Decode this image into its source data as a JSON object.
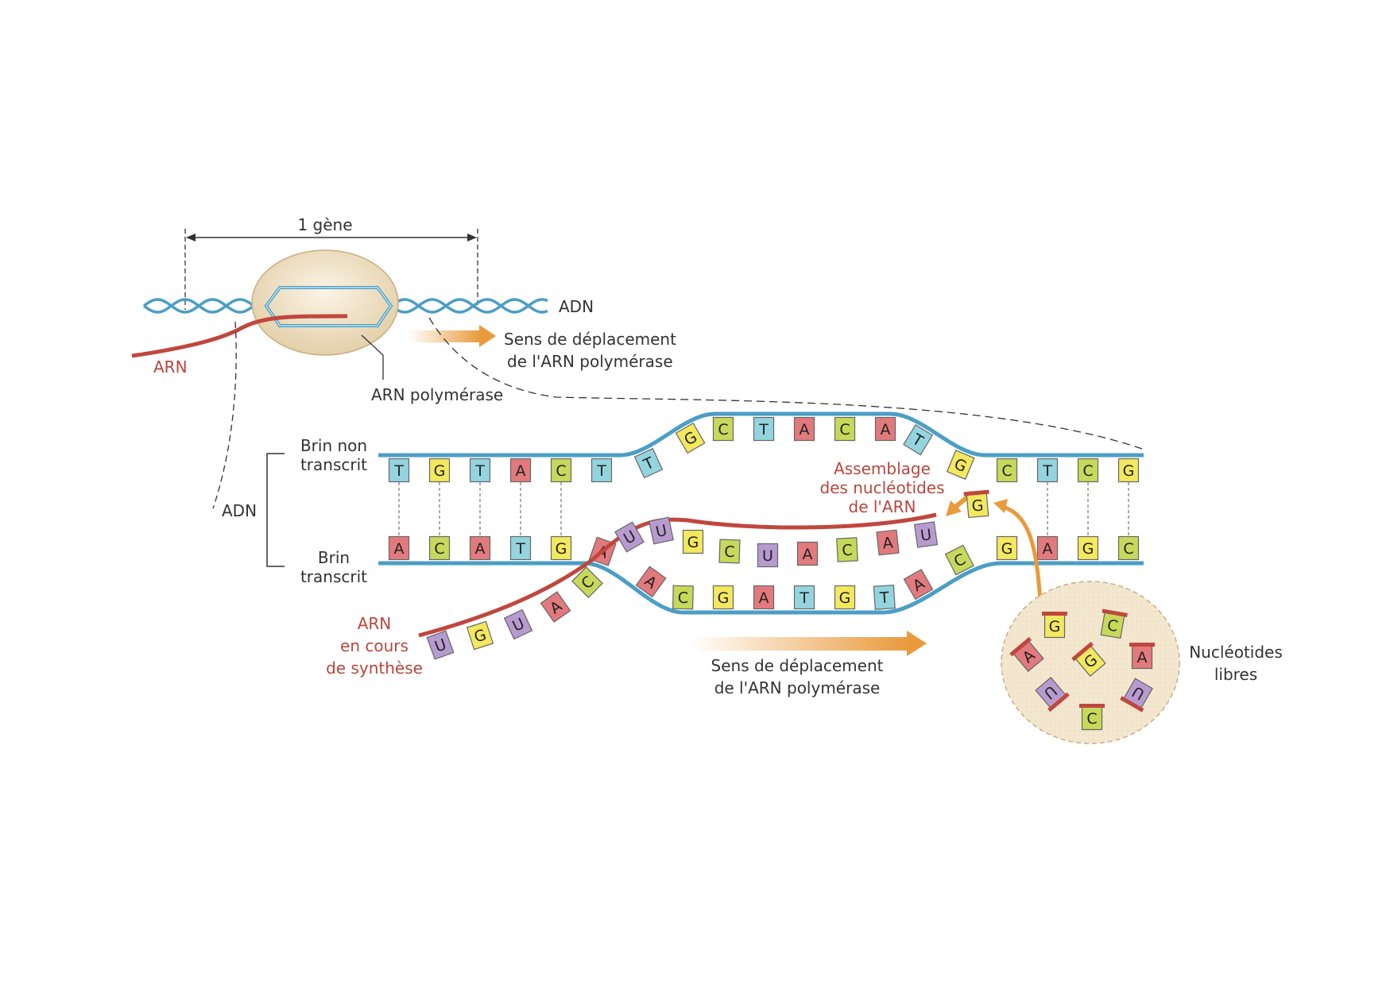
{
  "overview": {
    "gene_label": "1 gène",
    "dna_label": "ADN",
    "rna_label": "ARN",
    "polymerase_label": "ARN polymérase",
    "direction_line1": "Sens de déplacement",
    "direction_line2": "de l'ARN polymérase"
  },
  "detail": {
    "dna_label": "ADN",
    "non_template_line1": "Brin non",
    "non_template_line2": "transcrit",
    "template_line1": "Brin",
    "template_line2": "transcrit",
    "rna_line1": "ARN",
    "rna_line2": "en cours",
    "rna_line3": "de synthèse",
    "assembly_line1": "Assemblage",
    "assembly_line2": "des nucléotides",
    "assembly_line3": "de l'ARN",
    "direction_line1": "Sens de déplacement",
    "direction_line2": "de l'ARN polymérase",
    "free_line1": "Nucléotides",
    "free_line2": "libres",
    "non_template_strand": [
      "T",
      "G",
      "T",
      "A",
      "C",
      "T",
      "T",
      "G",
      "C",
      "T",
      "A",
      "C",
      "A",
      "T",
      "G",
      "C",
      "T",
      "C",
      "G"
    ],
    "template_strand": [
      "A",
      "C",
      "A",
      "T",
      "G",
      "A",
      "A",
      "C",
      "G",
      "A",
      "T",
      "G",
      "T",
      "A",
      "C",
      "G",
      "A",
      "G",
      "C"
    ],
    "rna_strand": [
      "U",
      "G",
      "U",
      "A",
      "C",
      "U",
      "U",
      "G",
      "C",
      "U",
      "A",
      "C",
      "A",
      "U"
    ],
    "incoming_nucleotide": "G",
    "free_nucleotides": [
      "G",
      "C",
      "A",
      "G",
      "A",
      "U",
      "C",
      "U"
    ]
  },
  "colors": {
    "A": "#e27a7d",
    "C": "#c6d95a",
    "G": "#f3e85e",
    "T": "#93d4df",
    "U": "#b79bd0",
    "dna_strand": "#4b9ec6",
    "rna_strand": "#c0473e",
    "arrow": "#e99a3c",
    "polymerase": "#ecdcbf"
  }
}
